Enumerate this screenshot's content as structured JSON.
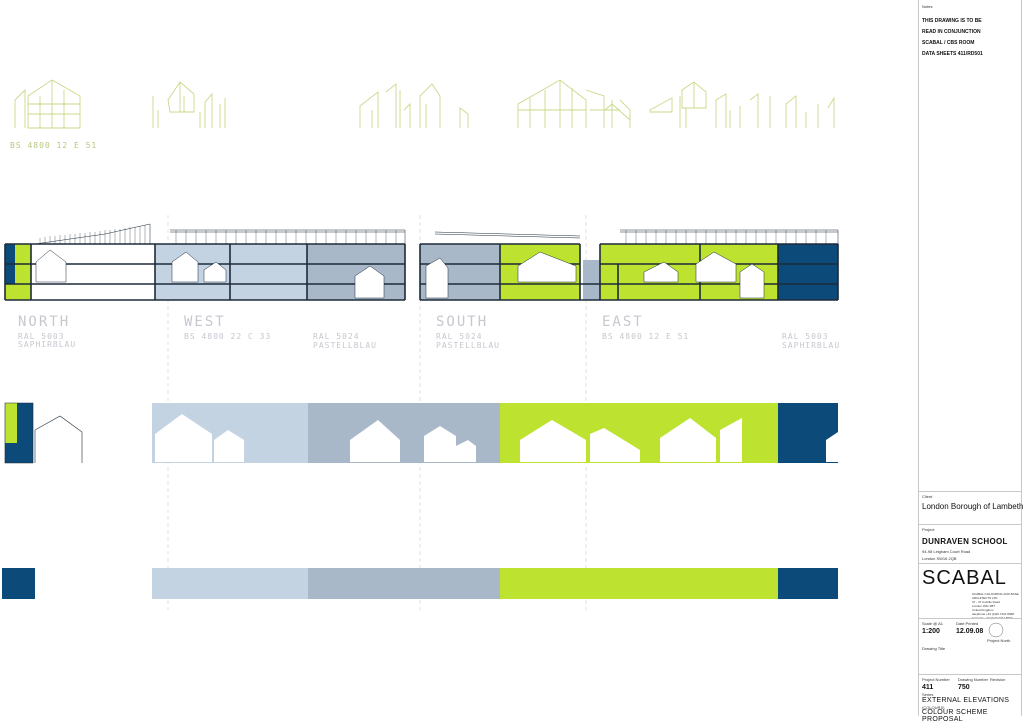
{
  "colors": {
    "saphirblau": "#0c4a7a",
    "pastellblau_light": "#c3d3e2",
    "pastellblau_mid": "#a9b8c8",
    "green": "#bde330",
    "green_outline": "#c8d98a",
    "frame": "#1d2b3a"
  },
  "labels": {
    "top_code": "BS 4800   12 E 51",
    "north": "NORTH",
    "north_ral": "RAL 5003",
    "north_name": "SAPHIRBLAU",
    "west": "WEST",
    "west_bs": "BS 4800   22 C 33",
    "mid_ral": "RAL 5024",
    "mid_name": "PASTELLBLAU",
    "south": "SOUTH",
    "south_ral": "RAL 5024",
    "south_name": "PASTELLBLAU",
    "east": "EAST",
    "east_bs": "BS 4800   12 E 51",
    "east_ral": "RAL 5003",
    "east_name": "SAPHIRBLAU"
  },
  "title_block": {
    "notes_label": "Notes",
    "notes": [
      "THIS DRAWING IS TO BE",
      "READ IN CONJUNCTION",
      "SCABAL / CBS ROOM",
      "DATA SHEETS 411/RD501"
    ],
    "client_label": "Client",
    "client": "London Borough of Lambeth",
    "project_label": "Project",
    "project": "DUNRAVEN SCHOOL",
    "address1": "94-98 Leigham Court Road",
    "address2": "London SW16 2QB",
    "logo": "SCABAL",
    "company_lines": [
      "SCABAL COLOURING AND BASE ARCHITECTS LTD",
      "37 - 47 Colville Road",
      "London W11 2BT",
      "United Kingdom",
      "telephone +44 (0)20 7221 8968",
      "facsimile +44 (0)20 7221 8969"
    ],
    "scale_label": "Scale @ A1",
    "scale": "1:200",
    "date_label": "Date Printed",
    "date": "12.09.08",
    "north_label": "Project North",
    "drawing_title_label": "Drawing Title",
    "project_number_label": "Project Number",
    "drawing_number_label": "Drawing Number",
    "revision_label": "Revision",
    "project_number": "411",
    "drawing_number": "750",
    "series_label": "Series",
    "title1": "EXTERNAL ELEVATIONS",
    "title1_sub": "(COLOURS)",
    "title2": "COLOUR SCHEME PROPOSAL"
  }
}
